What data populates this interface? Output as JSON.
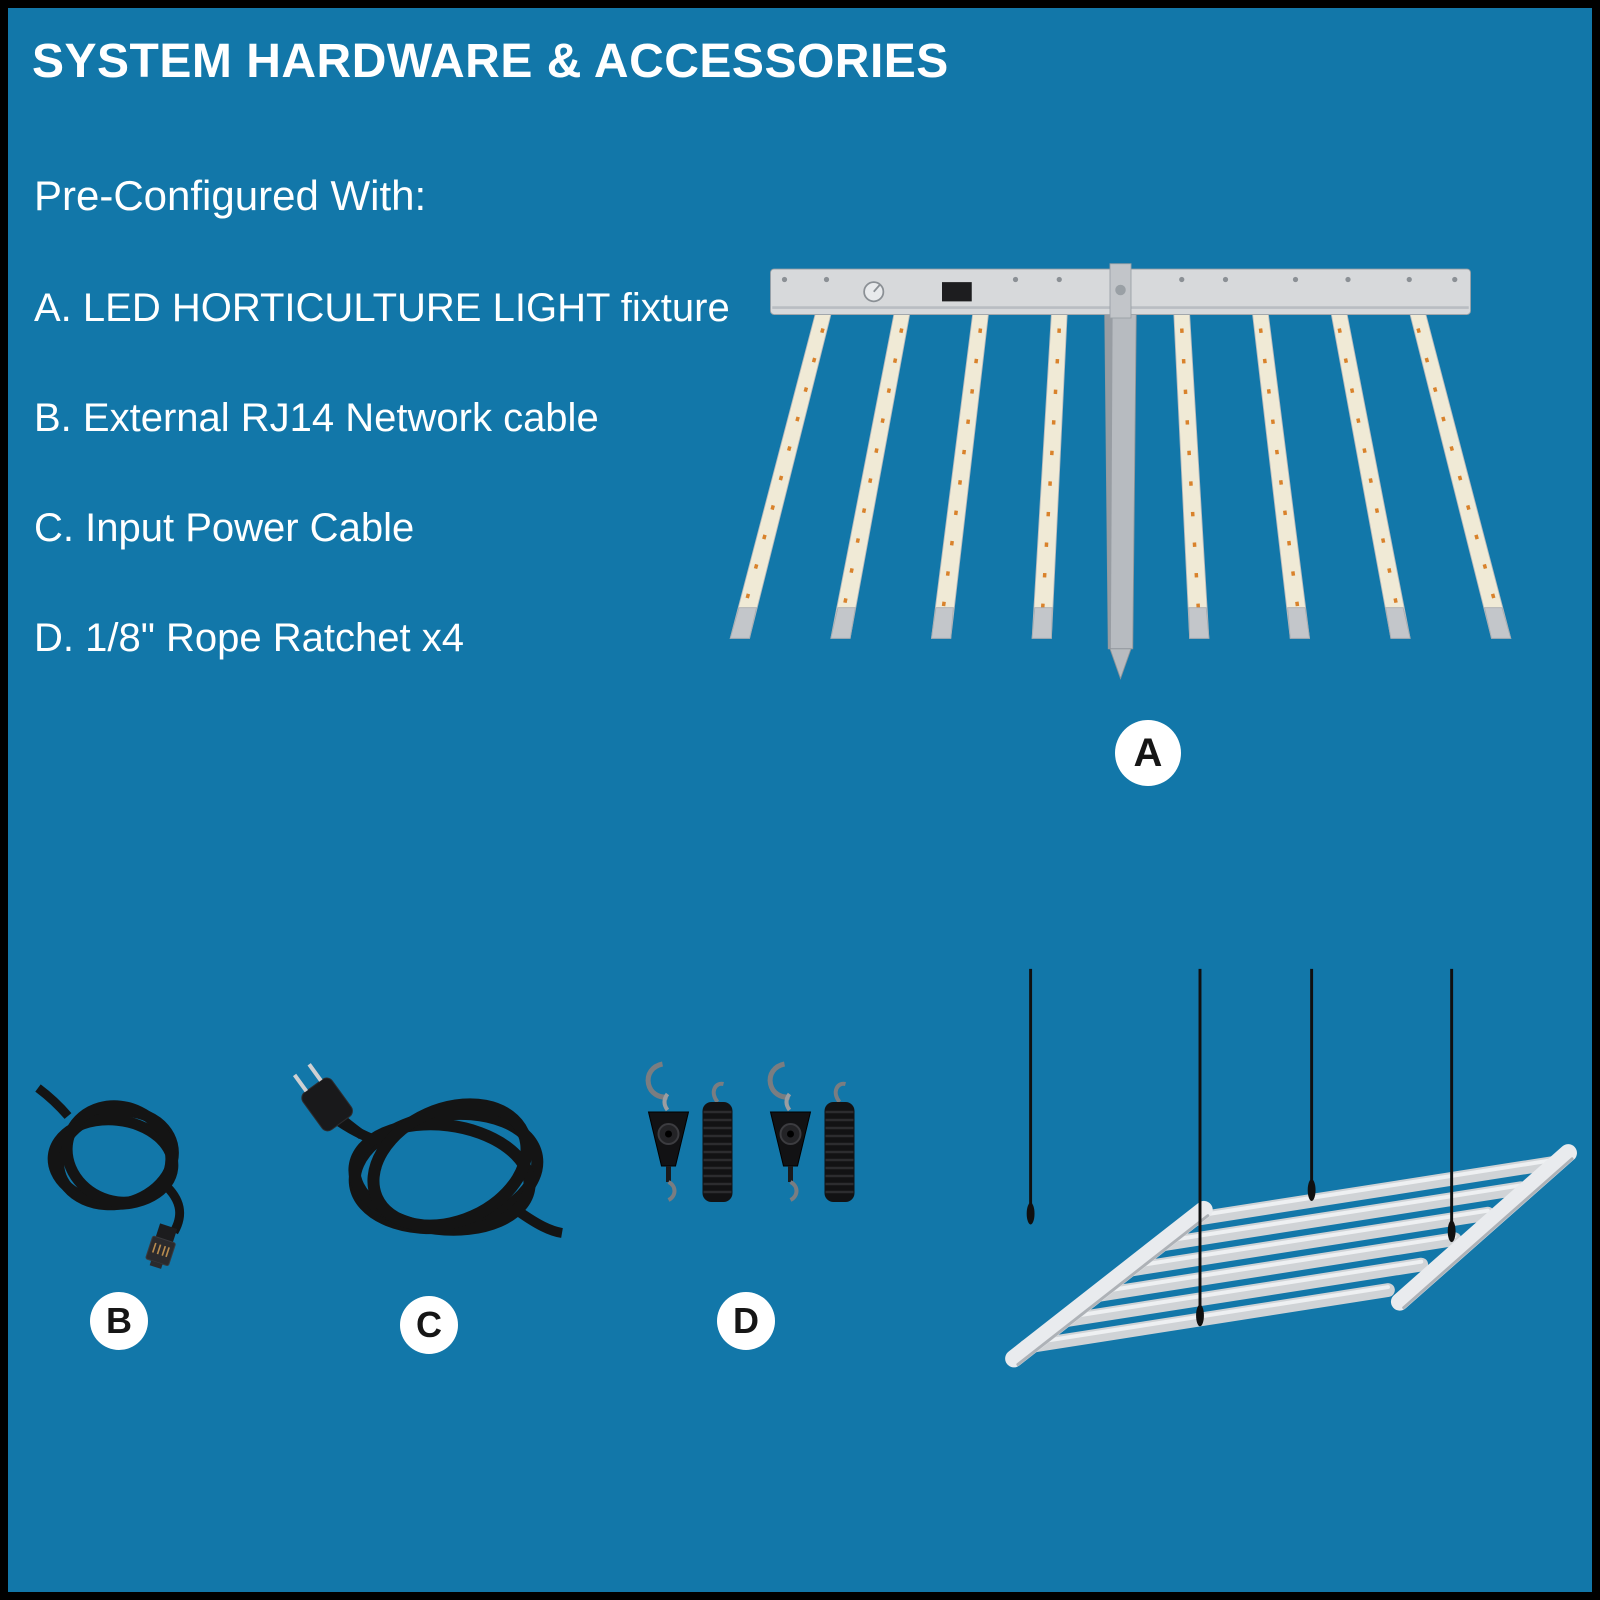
{
  "doc": {
    "title": "SYSTEM HARDWARE & ACCESSORIES",
    "intro": "Pre-Configured With:",
    "items": [
      "A. LED HORTICULTURE LIGHT fixture",
      "B. External RJ14 Network cable",
      "C. Input Power Cable",
      "D. 1/8\" Rope Ratchet x4"
    ],
    "callouts": {
      "a": "A",
      "b": "B",
      "c": "C",
      "d": "D"
    },
    "figures": {
      "a": "led-horticulture-light-fixture-top-view",
      "b": "rj14-network-cable-coil",
      "c": "input-power-cable-coil",
      "d": "rope-ratchets-pair",
      "hang": "fixture-hanging-on-rope-ratchets"
    },
    "colors": {
      "background": "#1277a9",
      "text": "#ffffff",
      "callout_bg": "#ffffff",
      "callout_text": "#161616"
    }
  }
}
